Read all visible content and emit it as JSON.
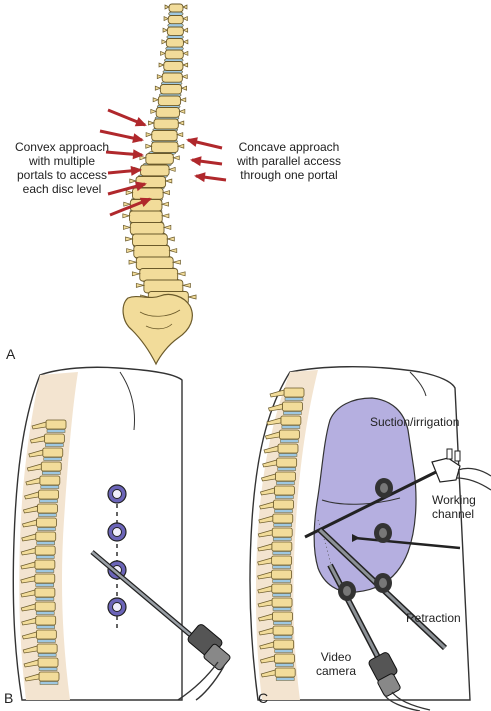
{
  "figure": {
    "panel_a": {
      "letter": "A",
      "convex_label": "Convex approach\nwith multiple\nportals to access\neach disc level",
      "concave_label": "Concave approach\nwith parallel access\nthrough one portal"
    },
    "panel_b": {
      "letter": "B"
    },
    "panel_c": {
      "letter": "C",
      "suction_label": "Suction/irrigation",
      "working_label": "Working\nchannel",
      "retraction_label": "Retraction",
      "camera_label": "Video\ncamera"
    },
    "colors": {
      "bone": "#f2dc9a",
      "bone_outline": "#6b5a2a",
      "disc": "#9ec7e0",
      "arrow": "#b0282c",
      "lung": "#b5afe0",
      "portal": "#6b64b8",
      "skin_shade": "#f3e4d0"
    }
  }
}
